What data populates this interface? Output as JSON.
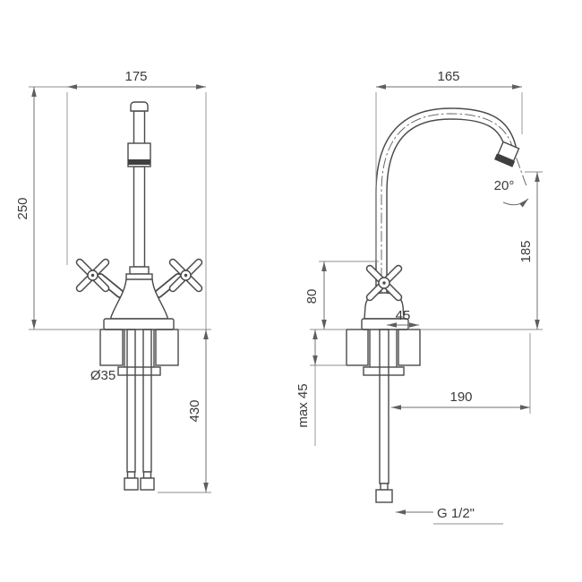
{
  "drawing": {
    "front_view": {
      "overall_width": "175",
      "height_above_deck": "250",
      "shank_diameter": "Ø35",
      "hose_length": "430"
    },
    "side_view": {
      "top_width": "165",
      "spout_angle": "20°",
      "spout_height": "185",
      "handle_height": "80",
      "base_depth": "45",
      "max_deck_thickness": "max 45",
      "bottom_reach": "190",
      "thread_size": "G 1/2\""
    }
  }
}
